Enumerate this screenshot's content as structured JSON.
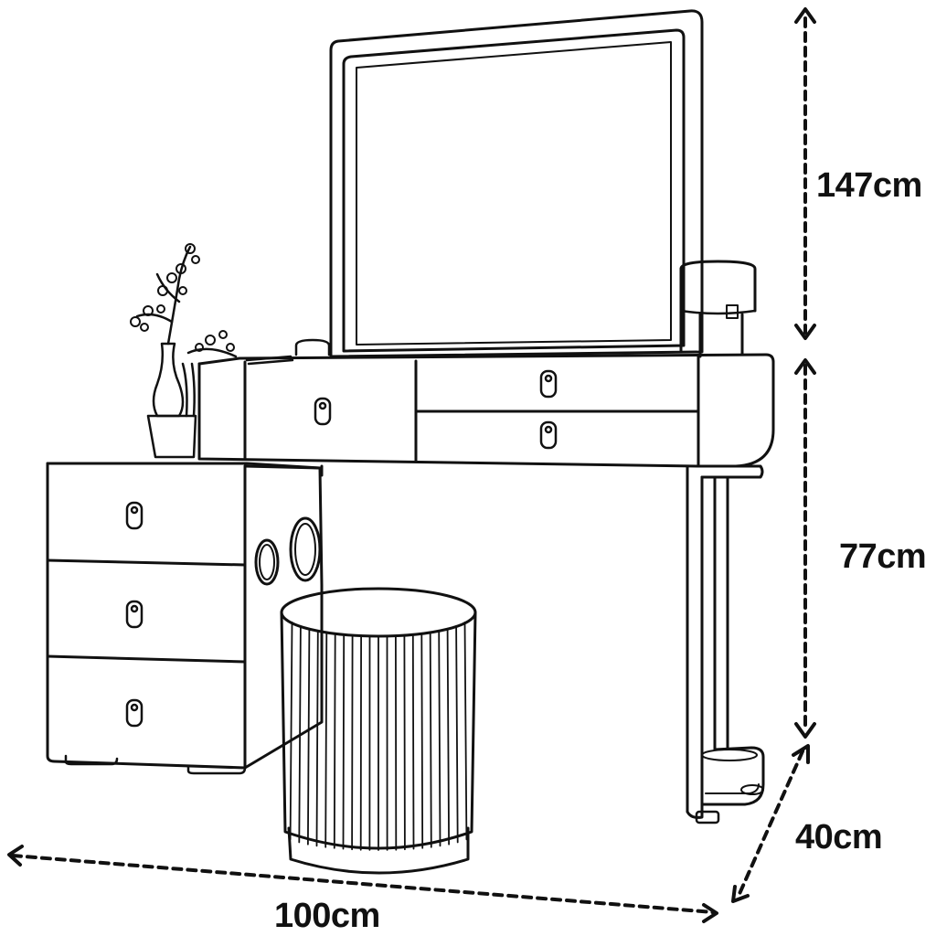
{
  "dimensions": {
    "total_height": "147cm",
    "table_height": "77cm",
    "depth": "40cm",
    "width": "100cm"
  },
  "colors": {
    "line": "#111111",
    "background": "#ffffff",
    "dashed_arrow": "#111111"
  },
  "items": {
    "mirror": "mirror",
    "desk_drawers": 3,
    "side_cabinet_drawers": 3,
    "stool": "striped round stool",
    "plant": "orchid in vase"
  }
}
